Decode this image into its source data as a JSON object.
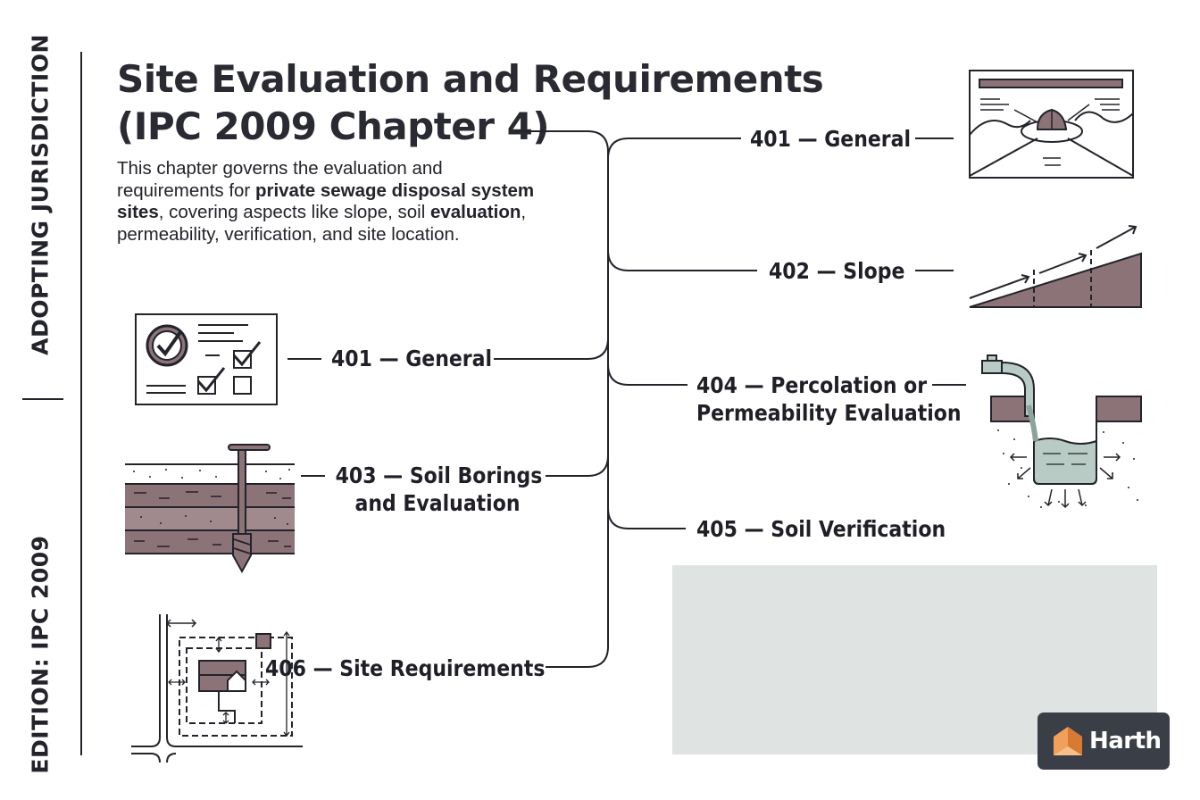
{
  "sidebar": {
    "top_label": "ADOPTING JURISDICTION",
    "bottom_label": "EDITION: IPC 2009"
  },
  "header": {
    "title_line1": "Site Evaluation and Requirements",
    "title_line2": "(IPC 2009 Chapter 4)"
  },
  "intro": {
    "part1": "This chapter governs the evaluation and requirements for ",
    "bold1": "private sewage disposal system sites",
    "part2": ", covering aspects like slope, soil ",
    "bold2": "evaluation",
    "part3": ", permeability, verification, and site location."
  },
  "sections": {
    "s401_left": "401 — General",
    "s403_line1": "403 — Soil Borings",
    "s403_line2": "and Evaluation",
    "s406": "406 — Site Requirements",
    "s401_right": "401 — General",
    "s402": "402 — Slope",
    "s404_line1": "404 — Percolation or",
    "s404_line2": "Permeability Evaluation",
    "s405": "405 — Soil Verification"
  },
  "icons": {
    "checklist": "checklist-icon",
    "soil_auger": "soil-auger-icon",
    "site_plan": "site-plan-icon",
    "landscape": "landscape-map-icon",
    "slope": "slope-icon",
    "percolation": "percolation-test-icon"
  },
  "colors": {
    "ink": "#23232b",
    "soil": "#8c7378",
    "water": "#b9cbc5",
    "panel": "#dfe3e1",
    "brand_orange": "#f0a05a"
  },
  "brand": {
    "name": "Harth"
  }
}
